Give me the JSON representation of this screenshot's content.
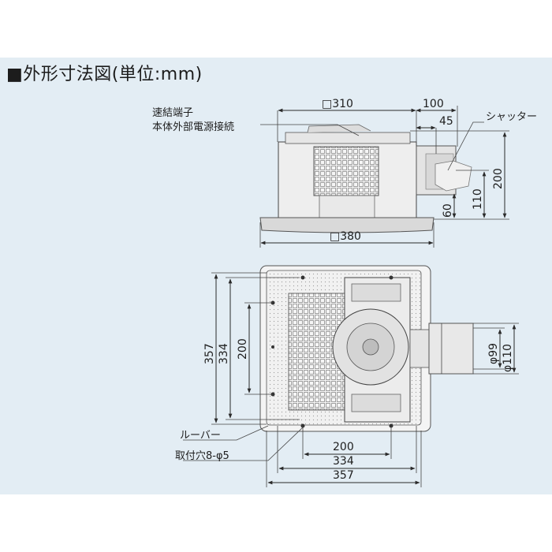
{
  "title": "■外形寸法図(単位:mm)",
  "labels": {
    "connector": "速結端子",
    "connector_sub": "本体外部電源接続",
    "shutter": "シャッター",
    "louver": "ルーバー",
    "mount_holes": "取付穴8-φ5"
  },
  "dimensions": {
    "top_square": "□310",
    "top_duct_length": "100",
    "top_duct_offset": "45",
    "height_total": "200",
    "duct_center_height": "110",
    "duct_bottom_height": "60",
    "panel_square": "□380",
    "left_outer": "357",
    "left_mid": "334",
    "left_inner": "200",
    "bottom_inner": "200",
    "bottom_mid": "334",
    "bottom_outer": "357",
    "duct_inner_dia": "φ99",
    "duct_outer_dia": "φ110"
  },
  "colors": {
    "background_panel": "#e3edf4",
    "line": "#2a2a2a"
  }
}
